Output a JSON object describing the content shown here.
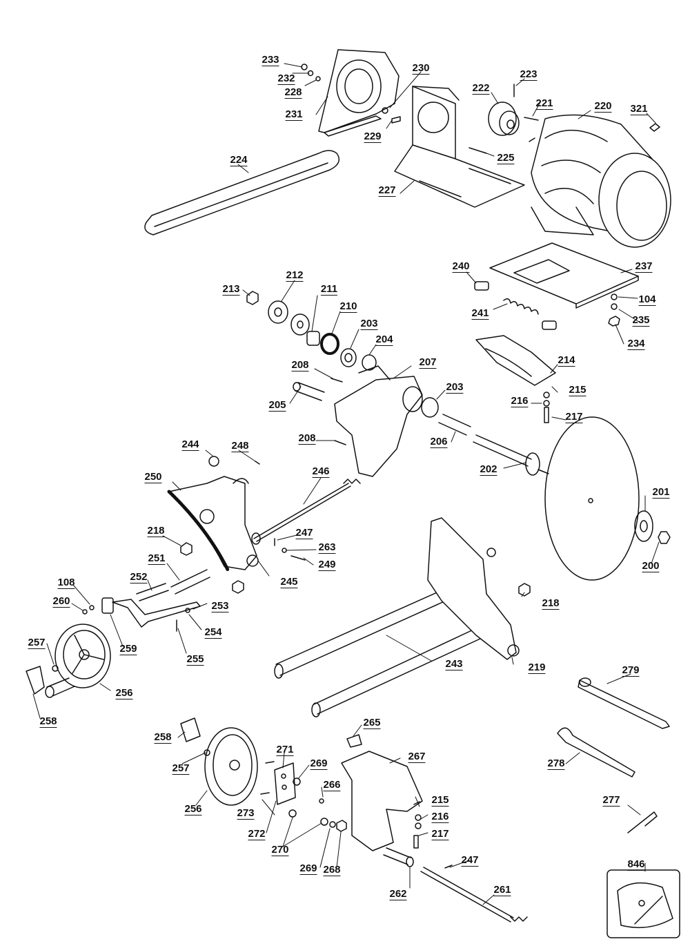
{
  "diagram": {
    "type": "exploded-parts-diagram",
    "labels": [
      {
        "id": "233",
        "text": "233"
      },
      {
        "id": "232",
        "text": "232"
      },
      {
        "id": "228",
        "text": "228"
      },
      {
        "id": "231",
        "text": "231"
      },
      {
        "id": "230",
        "text": "230"
      },
      {
        "id": "229",
        "text": "229"
      },
      {
        "id": "222",
        "text": "222"
      },
      {
        "id": "223",
        "text": "223"
      },
      {
        "id": "221",
        "text": "221"
      },
      {
        "id": "220",
        "text": "220"
      },
      {
        "id": "321",
        "text": "321"
      },
      {
        "id": "224",
        "text": "224"
      },
      {
        "id": "225",
        "text": "225"
      },
      {
        "id": "227",
        "text": "227"
      },
      {
        "id": "240",
        "text": "240"
      },
      {
        "id": "237",
        "text": "237"
      },
      {
        "id": "104",
        "text": "104"
      },
      {
        "id": "235",
        "text": "235"
      },
      {
        "id": "234",
        "text": "234"
      },
      {
        "id": "241",
        "text": "241"
      },
      {
        "id": "213",
        "text": "213"
      },
      {
        "id": "212",
        "text": "212"
      },
      {
        "id": "211",
        "text": "211"
      },
      {
        "id": "210",
        "text": "210"
      },
      {
        "id": "203a",
        "text": "203"
      },
      {
        "id": "204",
        "text": "204"
      },
      {
        "id": "208a",
        "text": "208"
      },
      {
        "id": "207",
        "text": "207"
      },
      {
        "id": "214",
        "text": "214"
      },
      {
        "id": "215a",
        "text": "215"
      },
      {
        "id": "216a",
        "text": "216"
      },
      {
        "id": "217a",
        "text": "217"
      },
      {
        "id": "205",
        "text": "205"
      },
      {
        "id": "203b",
        "text": "203"
      },
      {
        "id": "208b",
        "text": "208"
      },
      {
        "id": "206",
        "text": "206"
      },
      {
        "id": "244",
        "text": "244"
      },
      {
        "id": "248",
        "text": "248"
      },
      {
        "id": "246",
        "text": "246"
      },
      {
        "id": "202",
        "text": "202"
      },
      {
        "id": "250",
        "text": "250"
      },
      {
        "id": "201",
        "text": "201"
      },
      {
        "id": "218a",
        "text": "218"
      },
      {
        "id": "247a",
        "text": "247"
      },
      {
        "id": "263",
        "text": "263"
      },
      {
        "id": "249",
        "text": "249"
      },
      {
        "id": "200",
        "text": "200"
      },
      {
        "id": "251",
        "text": "251"
      },
      {
        "id": "252",
        "text": "252"
      },
      {
        "id": "245",
        "text": "245"
      },
      {
        "id": "108",
        "text": "108"
      },
      {
        "id": "218b",
        "text": "218"
      },
      {
        "id": "260",
        "text": "260"
      },
      {
        "id": "253",
        "text": "253"
      },
      {
        "id": "254",
        "text": "254"
      },
      {
        "id": "259",
        "text": "259"
      },
      {
        "id": "257a",
        "text": "257"
      },
      {
        "id": "255",
        "text": "255"
      },
      {
        "id": "243",
        "text": "243"
      },
      {
        "id": "219",
        "text": "219"
      },
      {
        "id": "256a",
        "text": "256"
      },
      {
        "id": "258a",
        "text": "258"
      },
      {
        "id": "279",
        "text": "279"
      },
      {
        "id": "265",
        "text": "265"
      },
      {
        "id": "258b",
        "text": "258"
      },
      {
        "id": "271",
        "text": "271"
      },
      {
        "id": "267",
        "text": "267"
      },
      {
        "id": "257b",
        "text": "257"
      },
      {
        "id": "269a",
        "text": "269"
      },
      {
        "id": "278",
        "text": "278"
      },
      {
        "id": "266",
        "text": "266"
      },
      {
        "id": "256b",
        "text": "256"
      },
      {
        "id": "215b",
        "text": "215"
      },
      {
        "id": "216b",
        "text": "216"
      },
      {
        "id": "273",
        "text": "273"
      },
      {
        "id": "217b",
        "text": "217"
      },
      {
        "id": "277",
        "text": "277"
      },
      {
        "id": "272",
        "text": "272"
      },
      {
        "id": "270",
        "text": "270"
      },
      {
        "id": "247b",
        "text": "247"
      },
      {
        "id": "269b",
        "text": "269"
      },
      {
        "id": "268",
        "text": "268"
      },
      {
        "id": "846",
        "text": "846"
      },
      {
        "id": "262",
        "text": "262"
      },
      {
        "id": "261",
        "text": "261"
      }
    ]
  }
}
